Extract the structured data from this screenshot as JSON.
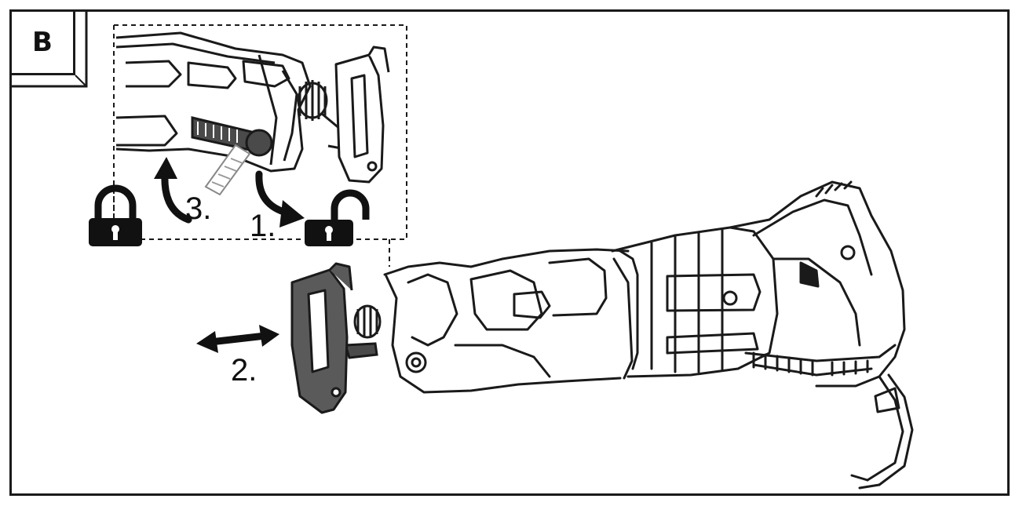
{
  "figure": {
    "label": "B",
    "steps": {
      "step1": "1.",
      "step2": "2.",
      "step3": "3."
    }
  },
  "icons": {
    "locked": "lock-closed-icon",
    "unlocked": "lock-open-icon",
    "rotate_release": "curved-arrow-down-right-icon",
    "rotate_lock": "curved-arrow-up-icon",
    "slide": "double-arrow-horizontal-icon"
  },
  "colors": {
    "line": "#1a1a1a",
    "shoe": "#5a5a5a",
    "lever": "#4a4a4a"
  }
}
